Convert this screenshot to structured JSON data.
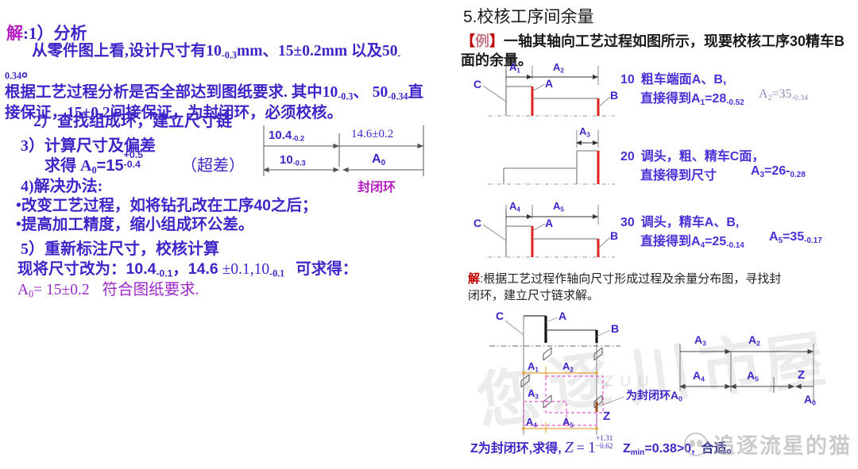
{
  "left": {
    "heading": {
      "prefix": "解",
      "colon": ":",
      "label": "1）分析"
    },
    "body_line1": "从零件图上看,设计尺寸有10",
    "body_line1_sub1": "-0.3",
    "body_line1_mid": "mm、15±0.2mm  以及50",
    "body_line1_sub2": "-0.34",
    "body_line1_end": "。",
    "body_line2_a": "根据工艺过程分析是否全部达到图纸要求. 其中10",
    "body_line2_sub1": "-0.3",
    "body_line2_b": "、   50",
    "body_line2_sub2": "-0.34",
    "body_line2_c": "直",
    "body_line3": "接保证，15±0.2间接保证，为封闭环，必须校核。",
    "step2": "2）查找组成环，建立尺寸链",
    "step3": "3）计算尺寸及偏差",
    "step3_result_pre": "求得 A",
    "step3_result_sub": "0",
    "step3_result_eq": "=15",
    "step3_result_lower": "-0.4",
    "step3_result_upper": "+0.5",
    "step3_note": "（超差）",
    "step4": "4)解决办法:",
    "step4_b1": "•改变工艺过程，如将钻孔改在工序",
    "step4_b1_bold": "40",
    "step4_b1_end": "之后；",
    "step4_b2": "•提高加工精度，缩小组成环公差。",
    "step5": "5）重新标注尺寸，校核计算",
    "step5_l1_pre": "现将尺寸改为：",
    "step5_l1_v1": "10.4",
    "step5_l1_v1_sub": "-0.1",
    "step5_l1_sep1": "，",
    "step5_l1_v2": "14.6",
    "step5_l1_v2_tol": " ±0.1,",
    "step5_l1_v3": "10",
    "step5_l1_v3_sub": "-0.1",
    "step5_l1_end": "可求得：",
    "step5_l2_pre": "A",
    "step5_l2_sub": "0",
    "step5_l2_val": "= 15±0.2",
    "step5_l2_end": "符合图纸要求."
  },
  "left_chain": {
    "top_left_label": "10.4",
    "top_left_sub": "-0.2",
    "top_right_label": "14.6±0.2",
    "bottom_left_label": "10",
    "bottom_left_sub": "-0.3",
    "bottom_right_label": "A",
    "bottom_right_sub": "0",
    "closing_ring": "封闭环"
  },
  "right": {
    "section_title": "5.校核工序间余量",
    "example_bracket_open": "【",
    "example_word": "例",
    "example_bracket_close": "】",
    "example_text_l1": "一轴其轴向工艺过程如图所示，现要校核工序30精车B",
    "example_text_l2": "面的余量。",
    "solution_mark": "解",
    "solution_colon": ":",
    "solution_l1": "根据工艺过程作轴向尺寸形成过程及余量分布图，寻找封",
    "solution_l2": "闭环，建立尺寸链求解。"
  },
  "steps": [
    {
      "num": "10",
      "title": "粗车端面A、B,",
      "sub": "直接得到A",
      "sub_idx": "1",
      "sub_eq": "=28",
      "sub_tol": "-0.52",
      "extra_label": "A",
      "extra_idx": "2",
      "extra_eq": "=35",
      "extra_tol": "-0.34",
      "dims": [
        "A1",
        "A2"
      ],
      "faces": [
        "C",
        "A",
        "B"
      ]
    },
    {
      "num": "20",
      "title": "调头，粗、精车C面，",
      "sub": "直接得到尺寸",
      "sub_idx": "",
      "sub_eq": "",
      "sub_tol": "",
      "extra_label": "A",
      "extra_idx": "3",
      "extra_eq": "=26-",
      "extra_tol": "0.28",
      "dims": [
        "A3"
      ],
      "faces": []
    },
    {
      "num": "30",
      "title": "调头，精车A、B,",
      "sub": "直接得到A",
      "sub_idx": "4",
      "sub_eq": "=25",
      "sub_tol": "-0.14",
      "extra_label": "A",
      "extra_idx": "5",
      "extra_eq": "=35",
      "extra_tol": "-0.17",
      "dims": [
        "A4",
        "A5"
      ],
      "faces": [
        "C",
        "A",
        "B"
      ]
    }
  ],
  "composite": {
    "face_c": "C",
    "face_a": "A",
    "face_b": "B",
    "a1": "A",
    "a1s": "1",
    "a2": "A",
    "a2s": "2",
    "a3": "A",
    "a3s": "3",
    "a4": "A",
    "a4s": "4",
    "a5": "A",
    "a5s": "5",
    "z": "Z",
    "closing_note_pre": "为封闭环A",
    "closing_note_sub": "0"
  },
  "right_chain": {
    "a3": "A",
    "a3s": "3",
    "a2": "A",
    "a2s": "2",
    "a4": "A",
    "a4s": "4",
    "a5": "A",
    "a5s": "5",
    "z": "Z",
    "a0": "A",
    "a0s": "0"
  },
  "formula": {
    "lead": "Z为封闭环,求得,",
    "z_sym": "Z",
    "eq": "=",
    "base": "1",
    "upper": "+1.31",
    "lower": "−0.62",
    "zmin": "Z",
    "zmin_sub": "min",
    "zmin_val": "=0.38>0,",
    "conclusion": "合适。"
  },
  "watermark": {
    "brand": "追逐流星的猫",
    "bg": "追逐流星"
  },
  "colors": {
    "blue": "#3d26c8",
    "magenta": "#b41ec0",
    "violet": "#7a27b8",
    "red": "#cc0000",
    "dark": "#1a1a1a",
    "orange": "#e8a33d",
    "pink": "#e857c8"
  }
}
